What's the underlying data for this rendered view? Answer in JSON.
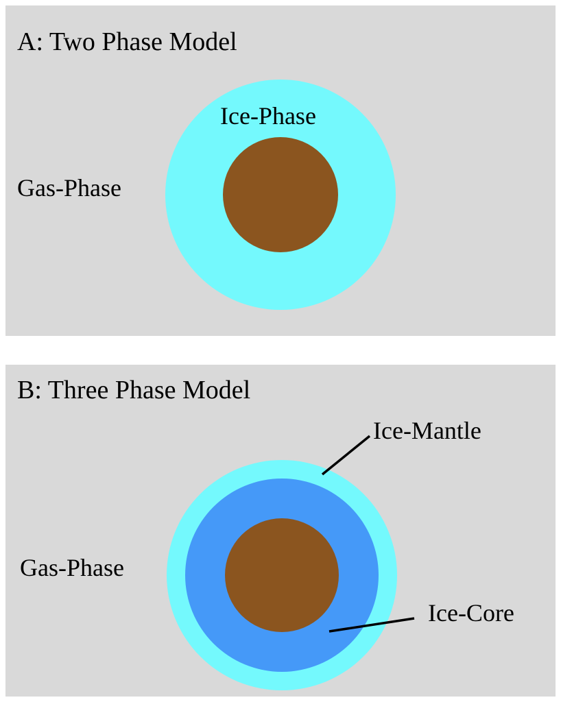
{
  "colors": {
    "background": "#d9d9d9",
    "ice_phase": "#74f9fd",
    "ice_mantle": "#74f9fd",
    "ice_core": "#4599f8",
    "grain": "#8b551f",
    "leader_line": "#000000"
  },
  "panel_a": {
    "title": "A: Two Phase Model",
    "gas_label": "Gas-Phase",
    "ice_label": "Ice-Phase"
  },
  "panel_b": {
    "title": "B: Three Phase Model",
    "gas_label": "Gas-Phase",
    "mantle_label": "Ice-Mantle",
    "core_label": "Ice-Core"
  }
}
